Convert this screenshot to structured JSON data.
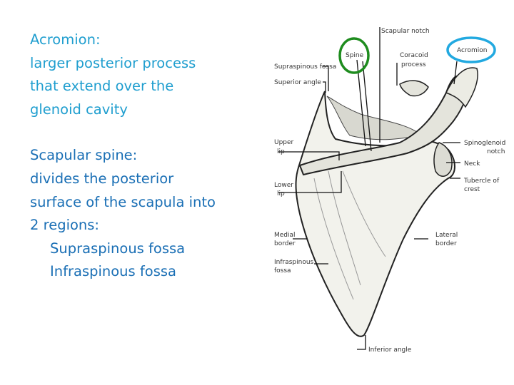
{
  "acromion": {
    "heading": "Acromion:",
    "lines": [
      "larger posterior process",
      "that extend over the",
      "glenoid cavity"
    ]
  },
  "spine": {
    "heading": "Scapular spine:",
    "lines": [
      "divides the posterior",
      "surface of the scapula into",
      "2 regions:"
    ],
    "regions": [
      "Supraspinous fossa",
      "Infraspinous fossa"
    ]
  },
  "diagram": {
    "labels": {
      "scapular_notch": "Scapular notch",
      "spine": "Spine",
      "acromion": "Acromion",
      "supraspinous_fossa": "Supraspinous fossa",
      "coracoid_process_1": "Coracoid",
      "coracoid_process_2": "process",
      "superior_angle": "Superior angle",
      "upper_lip_1": "Upper",
      "upper_lip_2": "lip",
      "spinoglenoid_notch_1": "Spinoglenoid",
      "spinoglenoid_notch_2": "notch",
      "neck": "Neck",
      "tubercle_1": "Tubercle of",
      "tubercle_2": "crest",
      "lower_lip_1": "Lower",
      "lower_lip_2": "lip",
      "medial_border_1": "Medial",
      "medial_border_2": "border",
      "lateral_border_1": "Lateral",
      "lateral_border_2": "border",
      "infraspinous_fossa_1": "Infraspinous",
      "infraspinous_fossa_2": "fossa",
      "inferior_angle": "Inferior angle"
    },
    "highlight_colors": {
      "spine": "#1e8c1e",
      "acromion": "#22a9e0"
    }
  }
}
